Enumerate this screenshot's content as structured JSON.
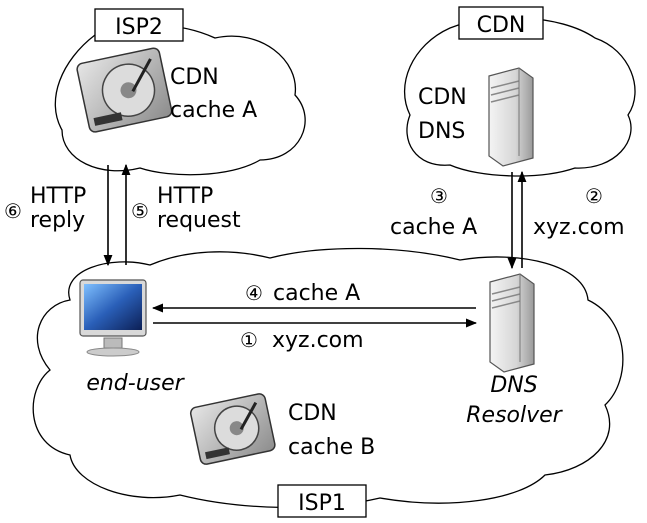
{
  "clouds": {
    "isp2": {
      "label": "ISP2",
      "cache_line1": "CDN",
      "cache_line2": "cache A"
    },
    "cdn": {
      "label": "CDN",
      "dns_line1": "CDN",
      "dns_line2": "DNS"
    },
    "isp1": {
      "label": "ISP1",
      "cache_line1": "CDN",
      "cache_line2": "cache B"
    }
  },
  "nodes": {
    "end_user": "end-user",
    "dns_resolver_line1": "DNS",
    "dns_resolver_line2": "Resolver"
  },
  "steps": [
    {
      "num": "①",
      "label": "xyz.com"
    },
    {
      "num": "②",
      "label": "xyz.com"
    },
    {
      "num": "③",
      "label": "cache A"
    },
    {
      "num": "④",
      "label": "cache A"
    },
    {
      "num": "⑤",
      "line1": "HTTP",
      "line2": "request"
    },
    {
      "num": "⑥",
      "line1": "HTTP",
      "line2": "reply"
    }
  ]
}
